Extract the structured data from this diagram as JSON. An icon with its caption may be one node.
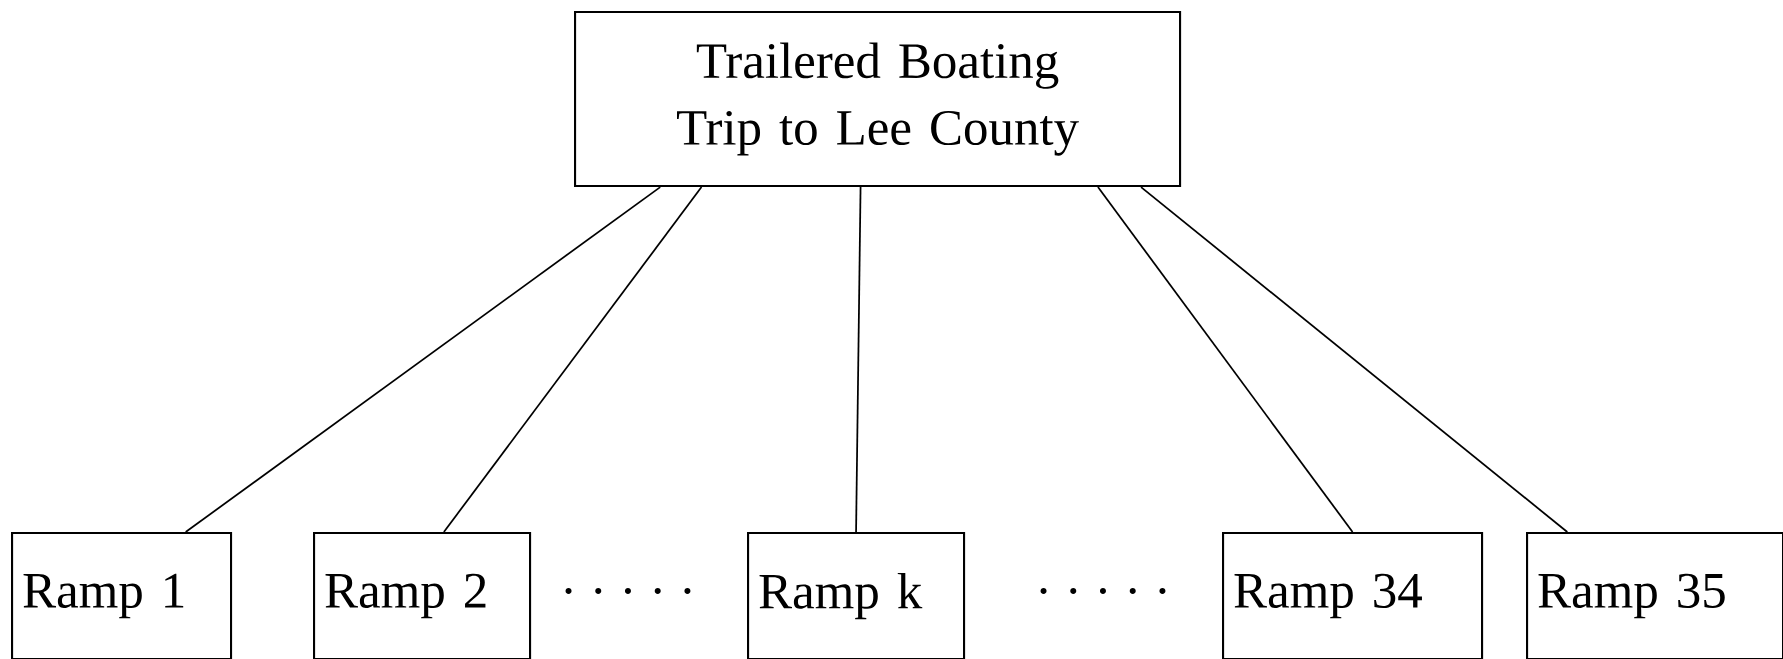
{
  "diagram": {
    "nodes": [
      {
        "text": [
          "Trailered Boating Trip to Lee County"
        ]
      },
      {
        "text": [
          "Ramp 1"
        ]
      },
      {
        "text": [
          "Ramp 2"
        ]
      },
      {
        "text": [
          "Ramp k"
        ]
      },
      {
        "text": [
          "Ramp 34"
        ]
      },
      {
        "text": [
          "Ramp 35"
        ]
      }
    ],
    "edges": [
      {
        "from": 0,
        "to": 1,
        "arrow": "none"
      },
      {
        "from": 0,
        "to": 2,
        "arrow": "none"
      },
      {
        "from": 0,
        "to": 3,
        "arrow": "none"
      },
      {
        "from": 0,
        "to": 4,
        "arrow": "none"
      },
      {
        "from": 0,
        "to": 5,
        "arrow": "none"
      }
    ],
    "labels": [
      ". . . . .",
      ". . . . ."
    ]
  }
}
